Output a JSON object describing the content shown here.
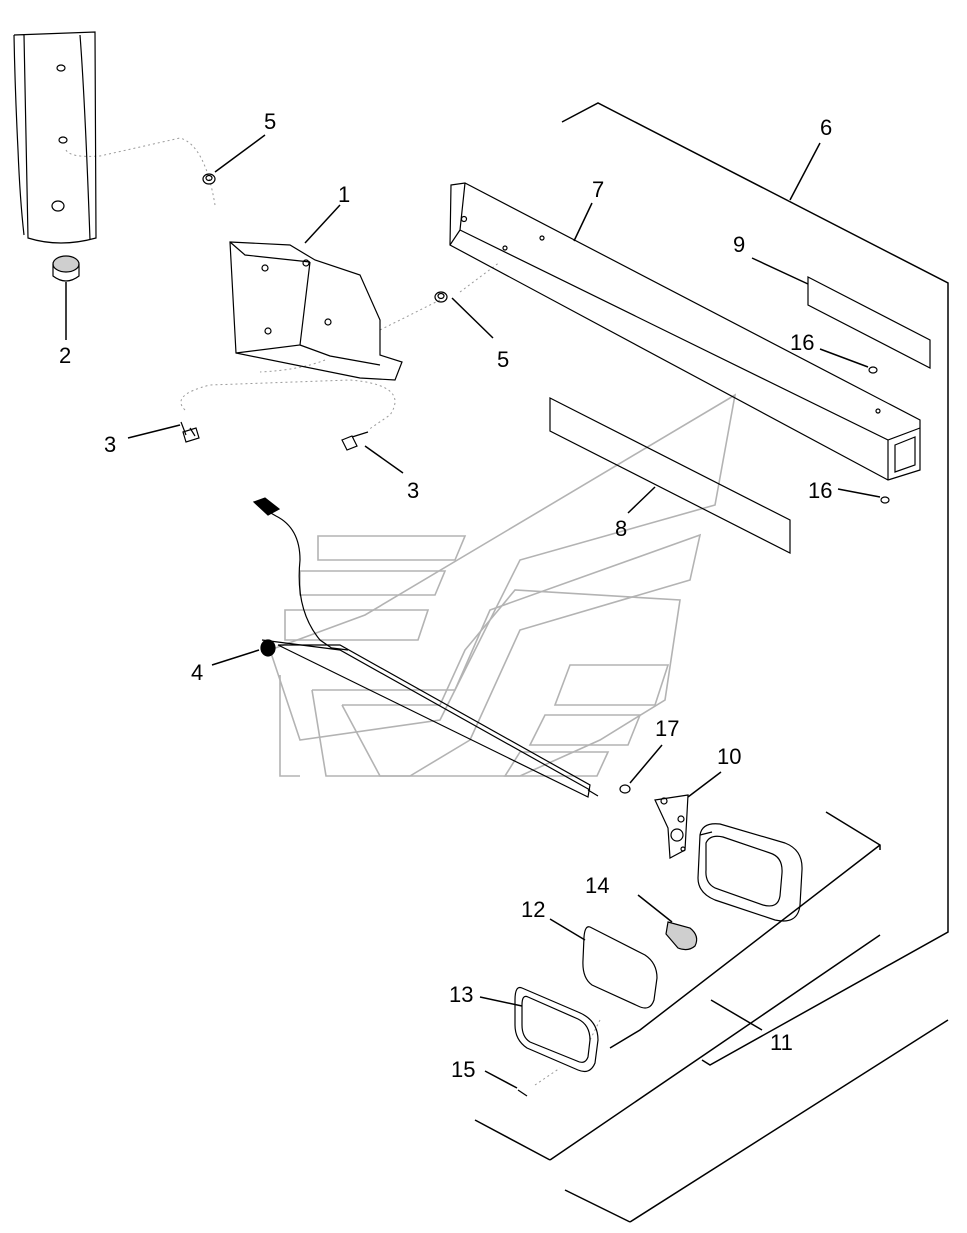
{
  "callouts": {
    "c1": "1",
    "c2": "2",
    "c3a": "3",
    "c3b": "3",
    "c4": "4",
    "c5a": "5",
    "c5b": "5",
    "c6": "6",
    "c7": "7",
    "c8": "8",
    "c9": "9",
    "c10": "10",
    "c11": "11",
    "c12": "12",
    "c13": "13",
    "c14": "14",
    "c15": "15",
    "c16a": "16",
    "c16b": "16",
    "c17": "17"
  }
}
